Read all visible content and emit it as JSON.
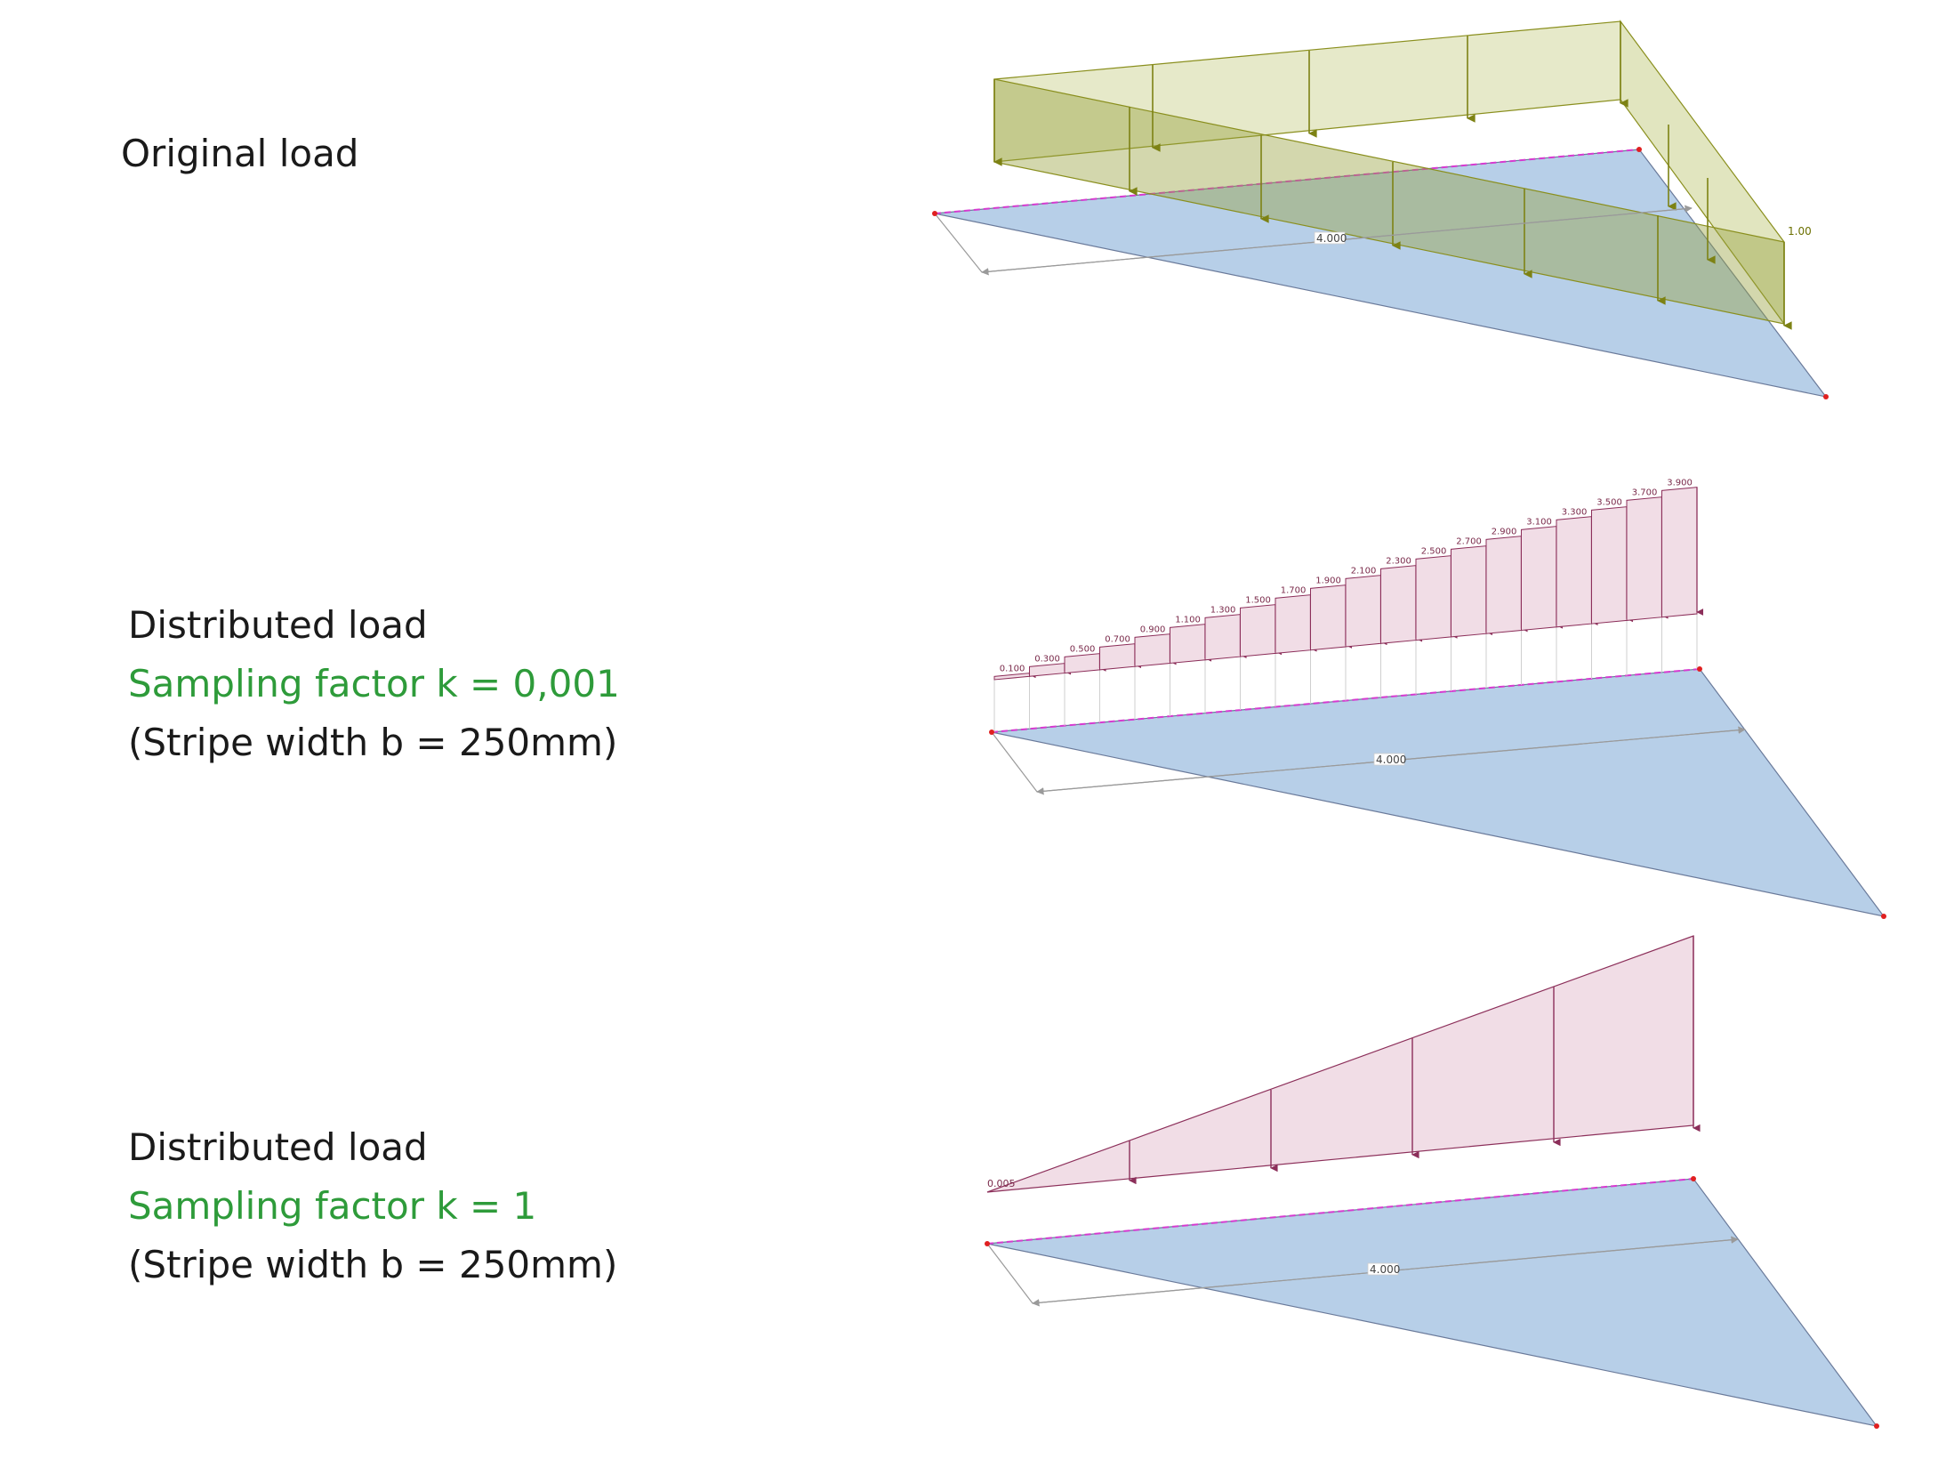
{
  "panels": [
    {
      "id": "original",
      "title": "Original load",
      "load_value": "1.00",
      "dimension": "4.000"
    },
    {
      "id": "distributed-k0001",
      "title": "Distributed load",
      "sampling": "Sampling factor k = 0,001",
      "stripe": "(Stripe width b = 250mm)",
      "dimension": "4.000",
      "stripe_values": [
        "0.100",
        "0.300",
        "0.500",
        "0.700",
        "0.900",
        "1.100",
        "1.300",
        "1.500",
        "1.700",
        "1.900",
        "2.100",
        "2.300",
        "2.500",
        "2.700",
        "2.900",
        "3.100",
        "3.300",
        "3.500",
        "3.700",
        "3.900"
      ]
    },
    {
      "id": "distributed-k1",
      "title": "Distributed load",
      "sampling": "Sampling factor k = 1",
      "stripe": "(Stripe width b = 250mm)",
      "dimension": "4.000",
      "start_value": "0.005"
    }
  ],
  "colors": {
    "plate": "#b7cfe8",
    "plate_edge": "#6a7a9a",
    "olive_fill": "#c8cc8a",
    "olive_edge": "#8a8f1e",
    "pink_fill": "#f1dde6",
    "pink_edge": "#8c2f5a",
    "sampling_text": "#2e9b3a"
  }
}
